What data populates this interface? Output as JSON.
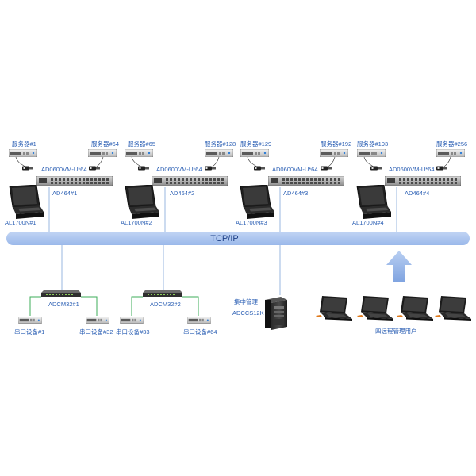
{
  "labels": {
    "srv_1": "服务器#1",
    "srv_64": "服务器#64",
    "srv_65": "服务器#65",
    "srv_128": "服务器#128",
    "srv_129": "服务器#129",
    "srv_192": "服务器#192",
    "srv_193": "服务器#193",
    "srv_256": "服务器#256",
    "dongle_1": "AD0600VM-U*64",
    "dongle_2": "AD0600VM-U*64",
    "dongle_3": "AD0600VM-U*64",
    "dongle_4": "AD0600VM-U*64",
    "kvm_1": "AD464#1",
    "kvm_2": "AD464#2",
    "kvm_3": "AD464#3",
    "kvm_4": "AD464#4",
    "console_1": "AL1700N#1",
    "console_2": "AL1700N#2",
    "console_3": "AL1700N#3",
    "console_4": "AL1700N#4",
    "bus": "TCP/IP",
    "adcm_1": "ADCM32#1",
    "adcm_2": "ADCM32#2",
    "serial_1": "串口设备#1",
    "serial_32": "串口设备#32",
    "serial_33": "串口设备#33",
    "serial_64": "串口设备#64",
    "mgmt_title": "集中管理",
    "mgmt_model": "ADCCS12K",
    "remote_users": "四远程管理用户"
  },
  "colors": {
    "label_blue": "#2b5fb4",
    "bus_fill": "#a9c3ee",
    "link_blue": "#7fa5d8",
    "serial_green": "#3cae5a",
    "arrow_blue": "#8fb2e6"
  }
}
